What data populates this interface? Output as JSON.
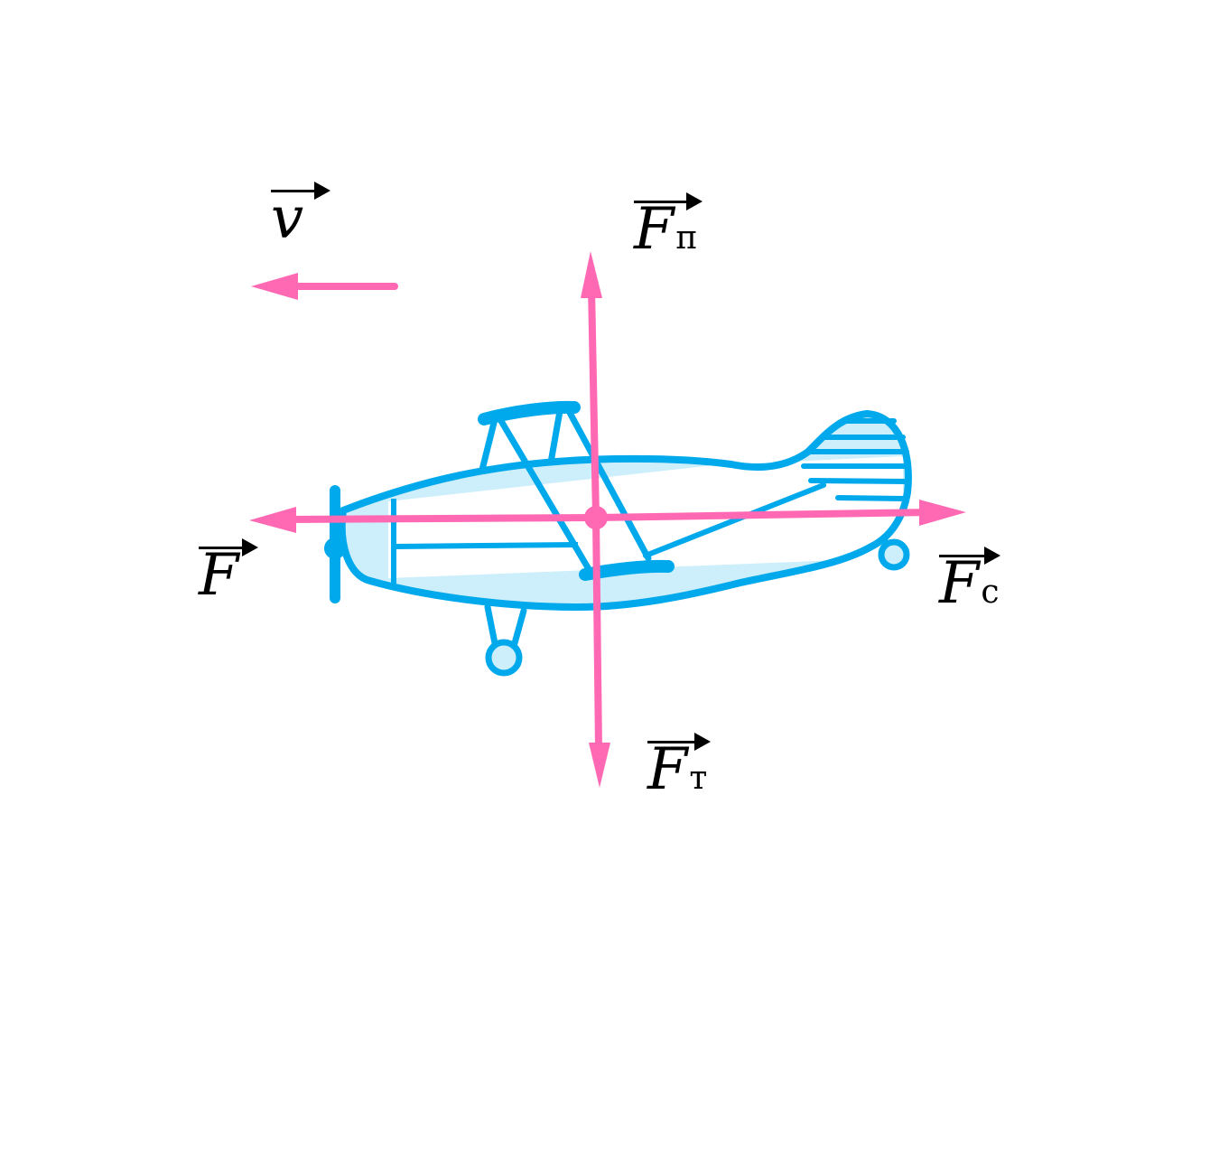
{
  "labels": {
    "velocity": {
      "symbol": "v",
      "subscript": ""
    },
    "lift": {
      "symbol": "F",
      "subscript": "п"
    },
    "thrust": {
      "symbol": "F",
      "subscript": ""
    },
    "drag": {
      "symbol": "F",
      "subscript": "с"
    },
    "gravity": {
      "symbol": "F",
      "subscript": "т"
    }
  },
  "colors": {
    "vector": "#ff69b4",
    "plane_stroke": "#00a8ec",
    "plane_fill": "#cdeefb",
    "text": "#000000"
  }
}
